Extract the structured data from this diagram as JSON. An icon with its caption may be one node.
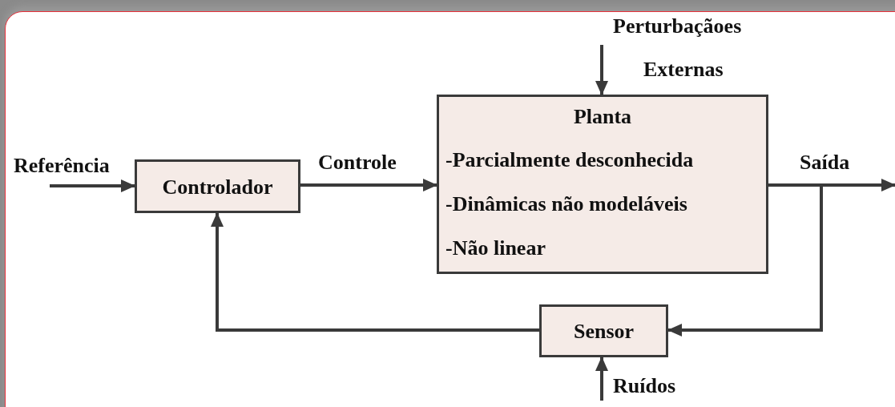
{
  "diagram": {
    "nodes": [
      {
        "text": [
          "Controlador"
        ]
      },
      {
        "text": [
          "Planta",
          "-Parcialmente desconhecida",
          "-Dinâmicas não modeláveis",
          "-Não linear"
        ]
      },
      {
        "text": [
          "Sensor"
        ]
      }
    ],
    "edges": [
      {
        "from": null,
        "to": 0,
        "arrow": "to",
        "label": "Referência"
      },
      {
        "from": 0,
        "to": 1,
        "arrow": "to",
        "label": "Controle"
      },
      {
        "from": null,
        "to": 1,
        "arrow": "to"
      },
      {
        "from": 1,
        "to": null,
        "arrow": "to",
        "label": "Saída"
      },
      {
        "from": 1,
        "to": 2,
        "arrow": "to"
      },
      {
        "from": 2,
        "to": 0,
        "arrow": "to"
      },
      {
        "from": null,
        "to": 2,
        "arrow": "to",
        "label": "Ruídos"
      }
    ],
    "labels": [
      "Perturbaçãoes",
      "Externas"
    ]
  }
}
